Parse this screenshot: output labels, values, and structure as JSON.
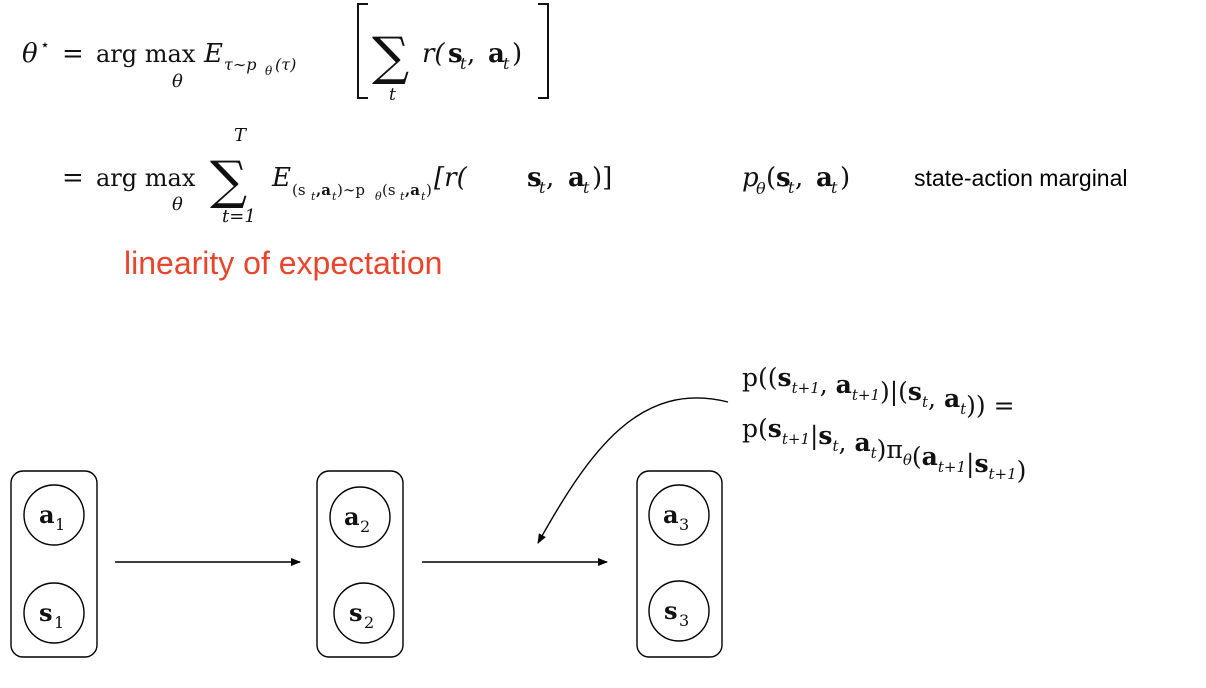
{
  "equations": {
    "line1": {
      "theta_star": "θ",
      "star": "⋆",
      "eq": "=",
      "argmax": "arg max",
      "argmax_sub": "θ",
      "E": "E",
      "E_sub": "τ∼p",
      "E_sub_sub": "θ",
      "E_sub_tail": "(τ)",
      "sum": "∑",
      "sum_sub": "t",
      "r": "r(",
      "s": "s",
      "s_sub": "t",
      "comma": ", ",
      "a": "a",
      "a_sub": "t",
      "close": ")"
    },
    "line2": {
      "eq": "=",
      "argmax": "arg max",
      "argmax_sub": "θ",
      "sum": "∑",
      "sum_top": "T",
      "sum_bottom": "t=1",
      "E": "E",
      "E_sub": "(s",
      "E_sub_b": "t",
      "E_sub_c": ",a",
      "E_sub_d": "t",
      "E_sub_e": ")∼p",
      "E_sub_f": "θ",
      "E_sub_g": "(s",
      "E_sub_h": "t",
      "E_sub_i": ",a",
      "E_sub_j": "t",
      "E_sub_k": ")",
      "body_open": "[r(",
      "s": "s",
      "s_sub": "t",
      "comma": ", ",
      "a": "a",
      "a_sub": "t",
      "body_close": ")]"
    },
    "marginal_expr": {
      "p": "p",
      "p_sub": "θ",
      "open": "(",
      "s": "s",
      "s_sub": "t",
      "comma": ", ",
      "a": "a",
      "a_sub": "t",
      "close": ")"
    },
    "transition_line1": "p((s",
    "transition_line2": "p(s"
  },
  "labels": {
    "marginal_label": "state-action marginal",
    "linearity_note": "linearity of expectation"
  },
  "transition": {
    "l1": [
      "p((",
      "s",
      "t+1",
      ", ",
      "a",
      "t+1",
      ")|(",
      "s",
      "t",
      ", ",
      "a",
      "t",
      ")) ="
    ],
    "l2": [
      "p(",
      "s",
      "t+1",
      "|",
      "s",
      "t",
      ", ",
      "a",
      "t",
      ")π",
      "θ",
      "(",
      "a",
      "t+1",
      "|",
      "s",
      "t+1",
      ")"
    ]
  },
  "nodes": [
    {
      "action": "a",
      "action_sub": "1",
      "state": "s",
      "state_sub": "1"
    },
    {
      "action": "a",
      "action_sub": "2",
      "state": "s",
      "state_sub": "2"
    },
    {
      "action": "a",
      "action_sub": "3",
      "state": "s",
      "state_sub": "3"
    }
  ],
  "colors": {
    "text": "#111111",
    "accent": "#e8452c",
    "line": "#000000"
  }
}
